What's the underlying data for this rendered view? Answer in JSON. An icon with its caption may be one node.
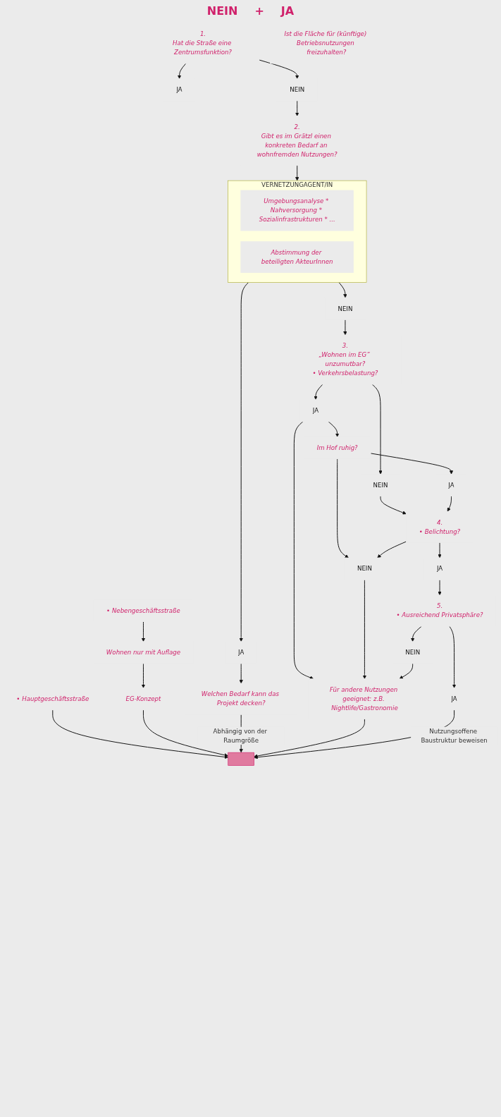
{
  "diagram": {
    "nodes": [
      {
        "text": [
          "1.",
          "Hat die Straße eine Zentrumsfunktion?"
        ]
      },
      {
        "text": [
          "JA"
        ]
      },
      {
        "text": [
          "• Hauptgeschäftsstraße"
        ]
      },
      {
        "text": [
          "• Nebengeschäftsstraße"
        ]
      },
      {
        "text": [
          "Wohnen nur mit Auflage"
        ]
      },
      {
        "text": [
          "EG-Konzept"
        ]
      },
      {
        "text": [
          "NEIN"
        ]
      },
      {
        "text": [
          "2.",
          "Gibt es im Grätzl einen konkreten Bedarf an wohnfremden Nutzungen?"
        ]
      },
      {
        "text": [
          "Ist die Fläche für (künftige) Betriebsnutzungen freizuhalten?"
        ]
      },
      {
        "text": [
          "VERNETZUNGAGENT/IN"
        ]
      },
      {
        "text": [
          "Umgebungsanalyse * Nahversorgung * Sozialinfrastrukturen * ..."
        ],
        "in": 9
      },
      {
        "text": [
          "Abstimmung der beteiligten AkteurInnen"
        ],
        "in": 9
      },
      {
        "text": [
          "NEIN"
        ]
      },
      {
        "text": [
          "JA"
        ]
      },
      {
        "text": [
          "Welchen Bedarf kann das Projekt decken?"
        ]
      },
      {
        "text": [
          "3.",
          "„Wohnen im EG” unzumutbar?",
          "• Verkehrsbelastung?"
        ]
      },
      {
        "text": [
          "JA"
        ]
      },
      {
        "text": [
          "Für andere Nutzungen geeignet: z.B. Nightlife/Gastronomie"
        ]
      },
      {
        "text": [
          "Im Hof ruhig?"
        ]
      },
      {
        "text": [
          "NEIN"
        ]
      },
      {
        "text": [
          "JA"
        ]
      },
      {
        "text": [
          "4.",
          "• Belichtung?"
        ]
      },
      {
        "text": [
          "NEIN"
        ]
      },
      {
        "text": [
          "JA"
        ]
      },
      {
        "text": [
          "5.",
          "• Ausreichend Privatsphäre?"
        ]
      },
      {
        "text": [
          "NEIN"
        ]
      },
      {
        "text": [
          "JA"
        ]
      },
      {
        "text": [],
        "shape": "bar"
      }
    ],
    "edges": [
      {
        "from": 0,
        "to": 1,
        "arrow": "to"
      },
      {
        "from": 0,
        "to": 6,
        "arrow": "to"
      },
      {
        "from": 3,
        "to": 4,
        "arrow": "to"
      },
      {
        "from": 4,
        "to": 5,
        "arrow": "to"
      },
      {
        "from": 2,
        "to": 27,
        "arrow": "to"
      },
      {
        "from": 5,
        "to": 27,
        "arrow": "to"
      },
      {
        "from": 6,
        "to": 7,
        "arrow": "to"
      },
      {
        "from": 7,
        "to": 9,
        "arrow": "to"
      },
      {
        "from": 9,
        "to": 12,
        "arrow": "to"
      },
      {
        "from": 9,
        "to": 13,
        "arrow": "to"
      },
      {
        "from": 13,
        "to": 14,
        "arrow": "to"
      },
      {
        "from": 14,
        "to": 27,
        "arrow": "to",
        "label": "Abhängig von der Raumgröße"
      },
      {
        "from": 12,
        "to": 15,
        "arrow": "to"
      },
      {
        "from": 15,
        "to": 16,
        "arrow": "to"
      },
      {
        "from": 16,
        "to": 17,
        "arrow": "to"
      },
      {
        "from": 17,
        "to": 27,
        "arrow": "to"
      },
      {
        "from": 16,
        "to": 18,
        "arrow": "to"
      },
      {
        "from": 15,
        "to": 19,
        "arrow": "to"
      },
      {
        "from": 18,
        "to": 20,
        "arrow": "to"
      },
      {
        "from": 18,
        "to": 22,
        "arrow": "to"
      },
      {
        "from": 19,
        "to": 21,
        "arrow": "to"
      },
      {
        "from": 20,
        "to": 21,
        "arrow": "to"
      },
      {
        "from": 21,
        "to": 22,
        "arrow": "to"
      },
      {
        "from": 22,
        "to": 17,
        "arrow": "to"
      },
      {
        "from": 21,
        "to": 23,
        "arrow": "to"
      },
      {
        "from": 23,
        "to": 24,
        "arrow": "to"
      },
      {
        "from": 24,
        "to": 25,
        "arrow": "to"
      },
      {
        "from": 25,
        "to": 17,
        "arrow": "to"
      },
      {
        "from": 24,
        "to": 26,
        "arrow": "to"
      },
      {
        "from": 26,
        "to": 27,
        "arrow": "to",
        "label": "Nutzungsoffene Baustruktur beweisen"
      }
    ],
    "labels": [
      "NEIN",
      "+",
      "JA"
    ]
  }
}
